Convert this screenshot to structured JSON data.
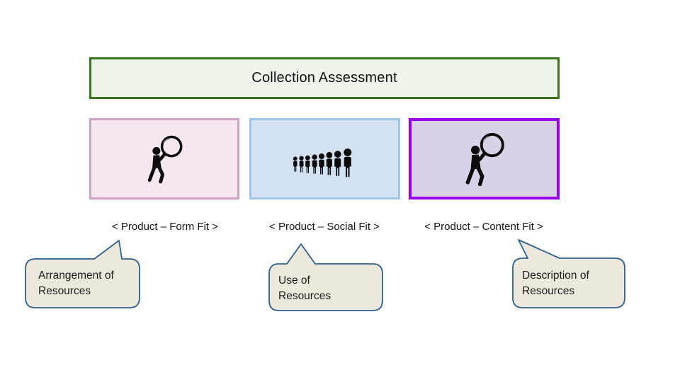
{
  "banner": {
    "title": "Collection Assessment",
    "fill": "#edf5ea",
    "border": "#38761d"
  },
  "cards": [
    {
      "name": "product-form-fit",
      "icon": "person-magnifier-icon",
      "label": "< Product – Form Fit >",
      "fill": "#f6e6f0",
      "border": "#d0a3c6"
    },
    {
      "name": "product-social-fit",
      "icon": "crowd-icon",
      "label": "< Product – Social Fit >",
      "fill": "#d3e2f2",
      "border": "#9fc5e8"
    },
    {
      "name": "product-content-fit",
      "icon": "person-magnifier-icon",
      "label": "< Product – Content Fit >",
      "fill": "#d8d1e7",
      "border": "#9900e6"
    }
  ],
  "callouts": [
    {
      "text": "Arrangement of\nResources",
      "fill": "#ece9dc",
      "border": "#2e5f90"
    },
    {
      "text": "Use of\nResources",
      "fill": "#ece9dc",
      "border": "#2e5f90"
    },
    {
      "text": "Description of\nResources",
      "fill": "#ece9dc",
      "border": "#2e5f90"
    }
  ]
}
